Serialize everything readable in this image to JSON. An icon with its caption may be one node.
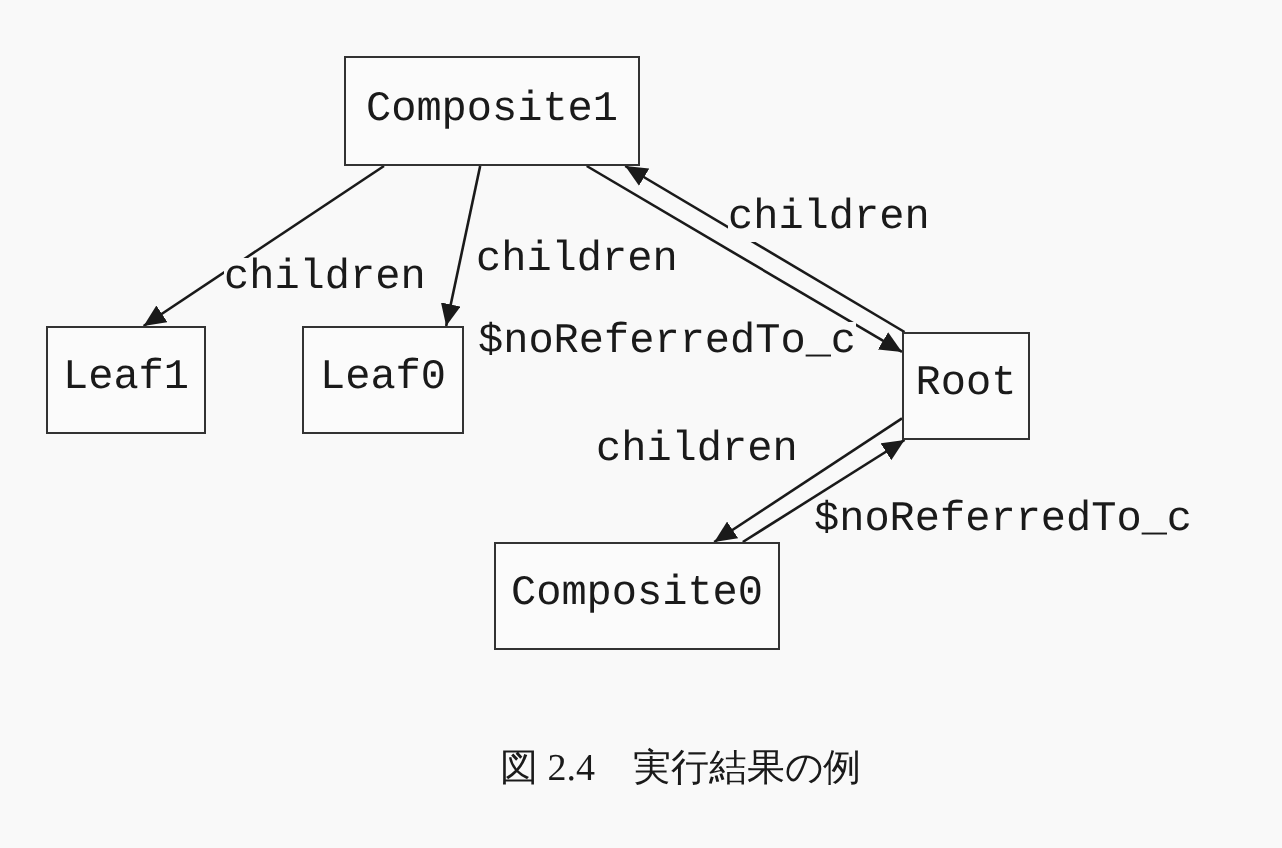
{
  "diagram": {
    "caption": "図 2.4　実行結果の例",
    "nodes": [
      {
        "text": [
          "Composite1"
        ]
      },
      {
        "text": [
          "Leaf1"
        ]
      },
      {
        "text": [
          "Leaf0"
        ]
      },
      {
        "text": [
          "Root"
        ]
      },
      {
        "text": [
          "Composite0"
        ]
      }
    ],
    "edges": [
      {
        "from": 0,
        "to": 1,
        "arrow": "to",
        "label": "children"
      },
      {
        "from": 0,
        "to": 2,
        "arrow": "to",
        "label": "children"
      },
      {
        "from": 3,
        "to": 0,
        "arrow": "to",
        "label": "children"
      },
      {
        "from": 0,
        "to": 3,
        "arrow": "to",
        "label": "$noReferredTo_c"
      },
      {
        "from": 3,
        "to": 4,
        "arrow": "to",
        "label": "children"
      },
      {
        "from": 4,
        "to": 3,
        "arrow": "to",
        "label": "$noReferredTo_c"
      }
    ]
  }
}
